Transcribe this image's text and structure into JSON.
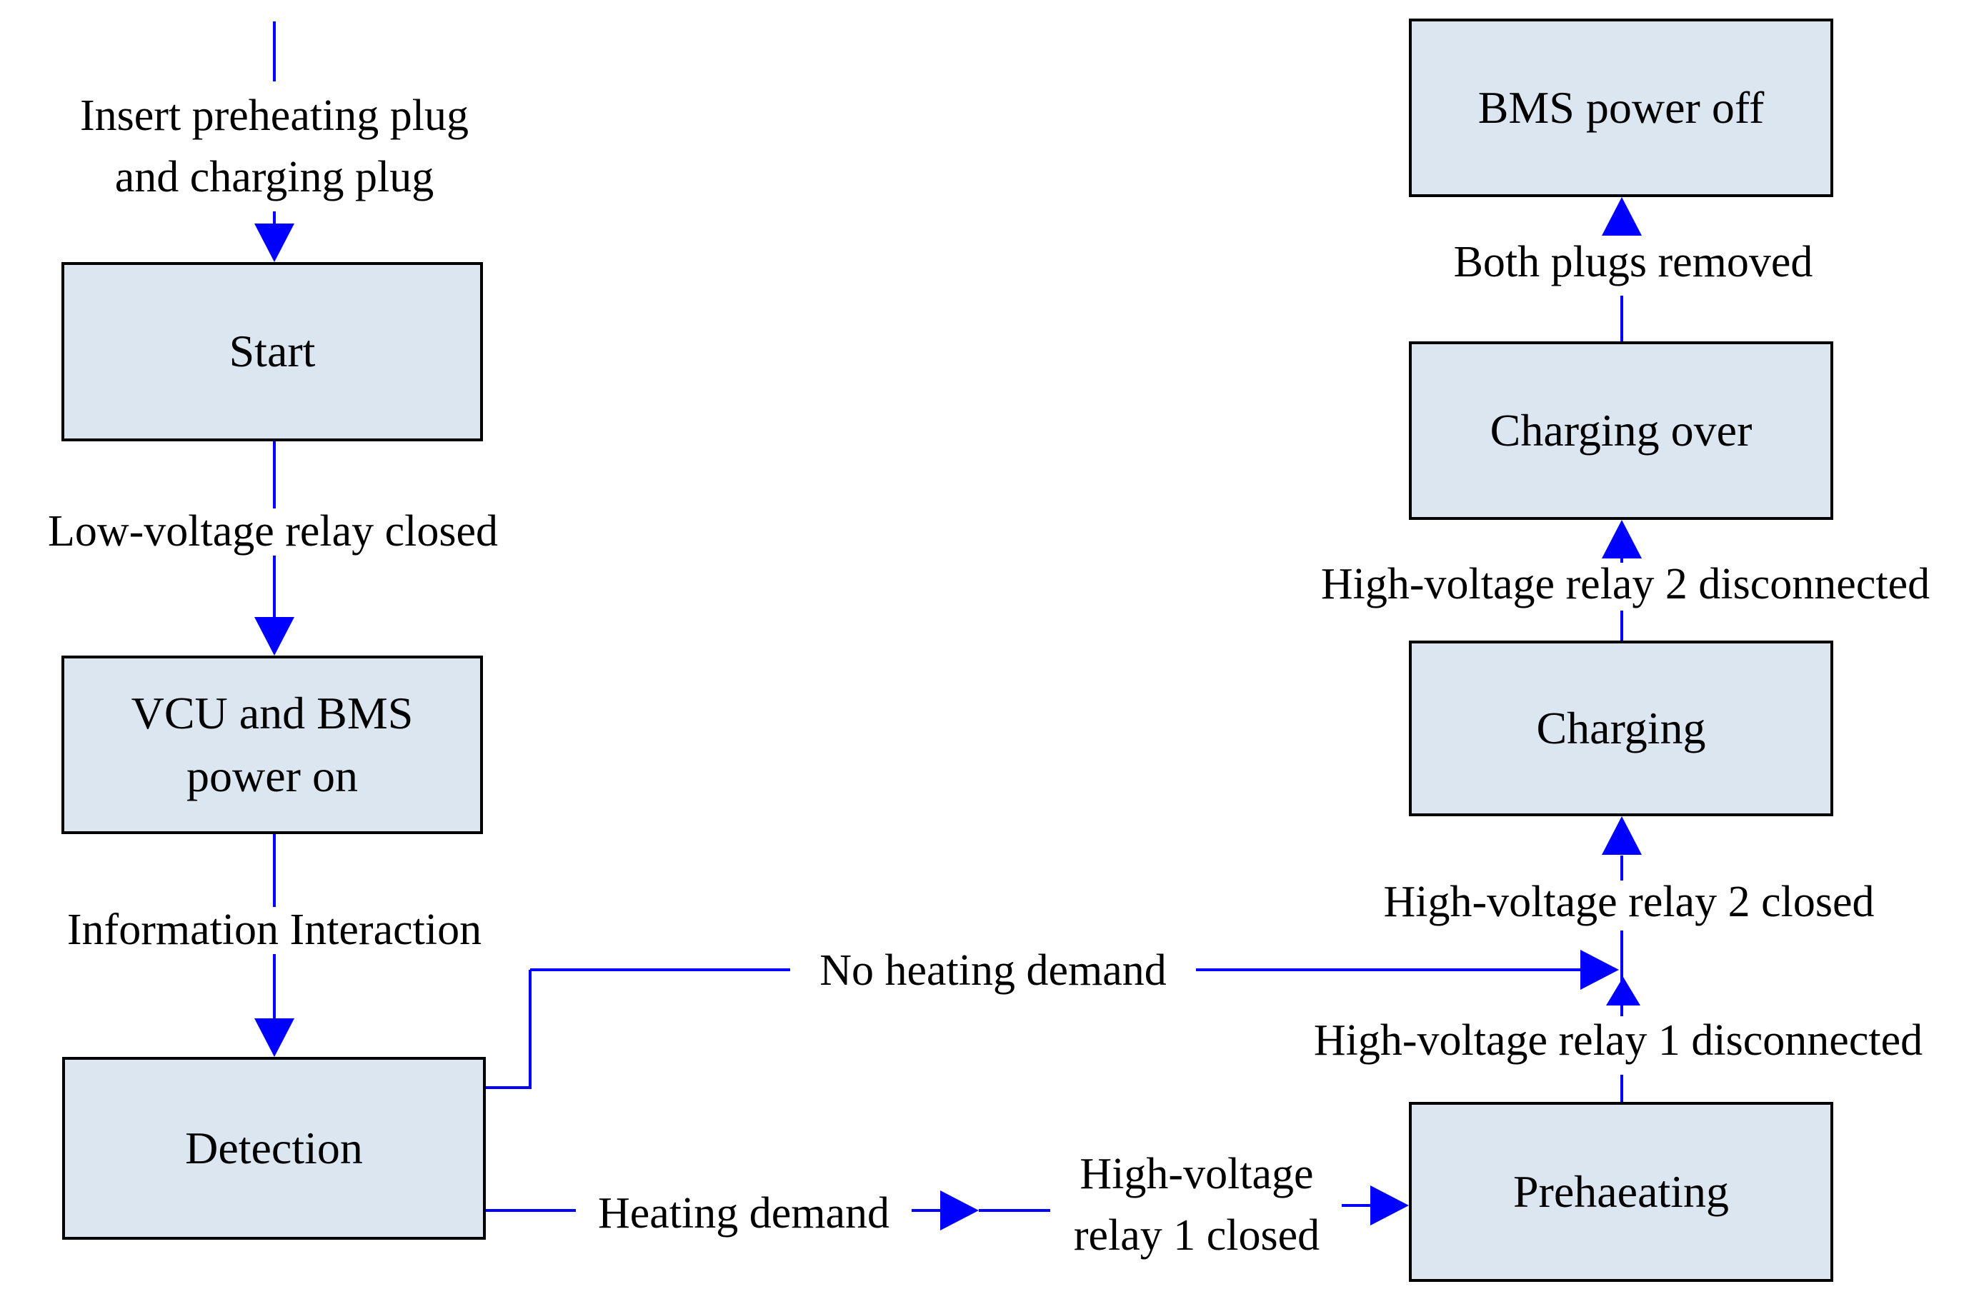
{
  "nodes": {
    "start": "Start",
    "vcu_bms": "VCU and BMS power on",
    "detection": "Detection",
    "preheating": "Prehaeating",
    "charging": "Charging",
    "charging_over": "Charging over",
    "bms_power_off": "BMS power off"
  },
  "edge_labels": {
    "insert_plugs": "Insert preheating plug and charging plug",
    "low_voltage_closed": "Low-voltage relay closed",
    "information_interaction": "Information Interaction",
    "no_heating_demand": "No heating demand",
    "heating_demand": "Heating demand",
    "hv_relay1_closed": "High-voltage relay 1 closed",
    "hv_relay1_disconnected": "High-voltage relay 1 disconnected",
    "hv_relay2_closed": "High-voltage relay 2 closed",
    "hv_relay2_disconnected": "High-voltage relay 2 disconnected",
    "both_plugs_removed": "Both plugs removed"
  },
  "colors": {
    "box_fill": "#dce6f1",
    "box_border": "#000000",
    "arrow": "#0000ff",
    "text": "#000000",
    "background": "#ffffff"
  }
}
